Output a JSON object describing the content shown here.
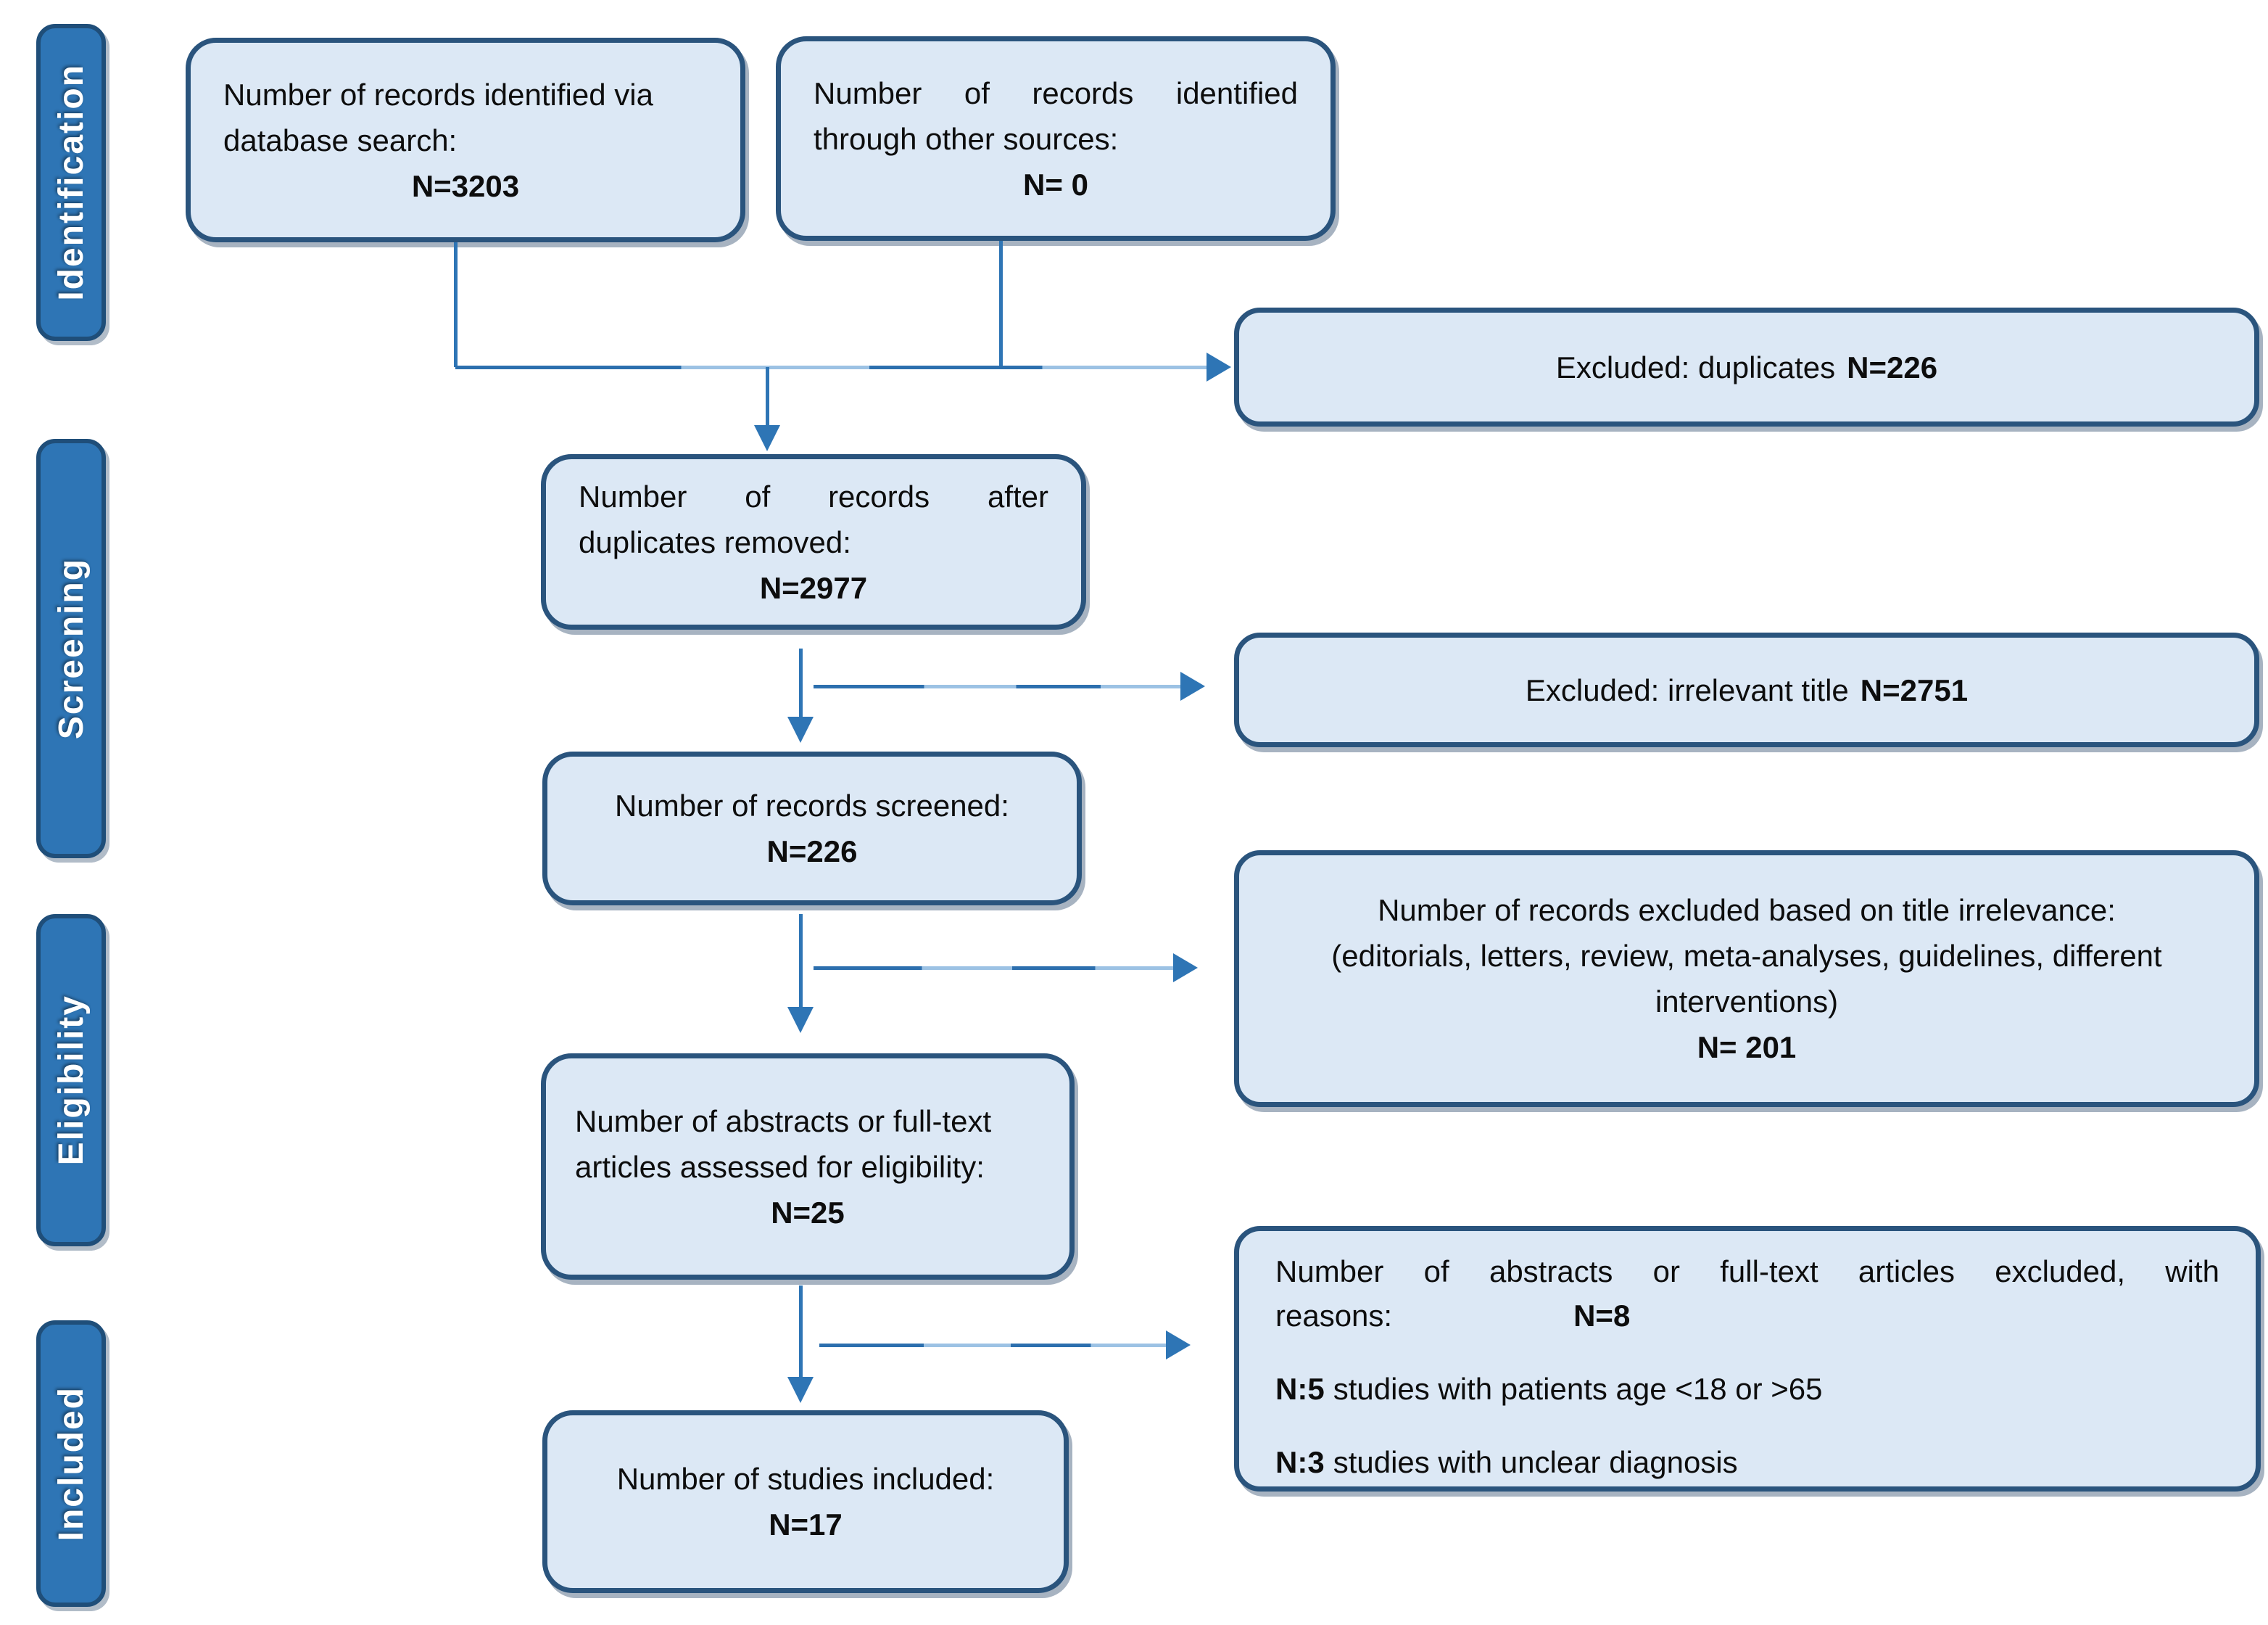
{
  "sidebar": {
    "labels": [
      {
        "id": "identification",
        "label": "Identification"
      },
      {
        "id": "screening",
        "label": "Screening"
      },
      {
        "id": "eligibility",
        "label": "Eligibility"
      },
      {
        "id": "included",
        "label": "Included"
      }
    ]
  },
  "boxes": {
    "identified_db": {
      "line1": "Number of records identified via",
      "line2": "database search:",
      "n": "N=3203"
    },
    "identified_other": {
      "line1": "Number of records identified",
      "line2": "through other sources:",
      "n": "N= 0"
    },
    "excluded_duplicates": {
      "label": "Excluded: duplicates",
      "n": "N=226"
    },
    "after_duplicates": {
      "line1": "Number of records after",
      "line2": "duplicates removed:",
      "n": "N=2977"
    },
    "excluded_irrelevant_title": {
      "label": "Excluded: irrelevant title",
      "n": "N=2751"
    },
    "records_screened": {
      "line1": "Number of records screened:",
      "n": "N=226"
    },
    "excluded_title_irrelevance": {
      "line1": "Number of records excluded based on title irrelevance:",
      "line2": "(editorials, letters, review, meta-analyses, guidelines, different interventions)",
      "n": "N= 201"
    },
    "assessed_eligibility": {
      "line1": "Number of abstracts or full-text",
      "line2": "articles assessed for eligibility:",
      "n": "N=25"
    },
    "excluded_fulltext": {
      "line1": "Number of abstracts or full-text articles excluded, with",
      "line2_label": "reasons:",
      "n": "N=8",
      "reason1_bold": "N:5",
      "reason1_text": "studies with patients age <18 or >65",
      "reason2_bold": "N:3",
      "reason2_text": "studies with unclear diagnosis"
    },
    "studies_included": {
      "line1": "Number of studies included:",
      "n": "N=17"
    }
  },
  "colors": {
    "stage_fill": "#2e75b5",
    "stage_border": "#1f4e79",
    "box_fill": "#dce8f5",
    "box_border": "#2a547d",
    "arrow": "#2e75b5",
    "arrow_light": "#9cc2e4",
    "text": "#0d0d0d"
  }
}
